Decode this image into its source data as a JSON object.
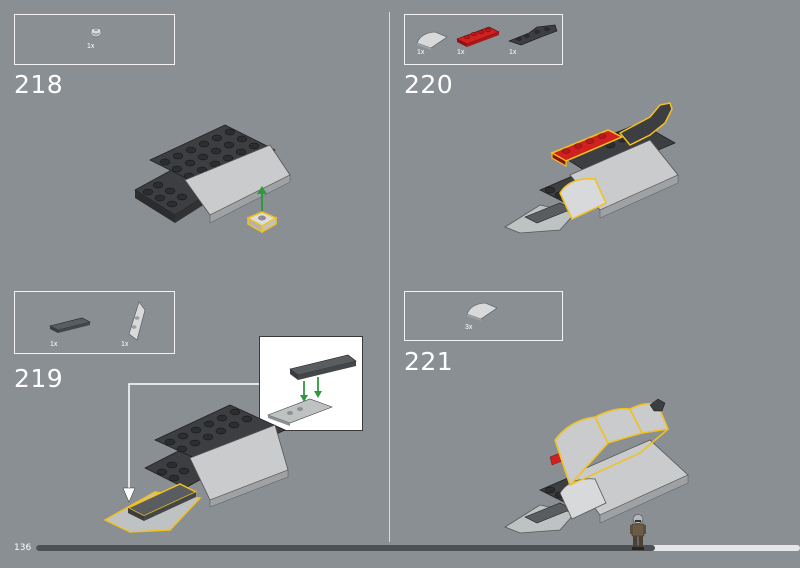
{
  "page": {
    "number": "136",
    "progress_fraction": 0.81
  },
  "steps": [
    {
      "number": "218",
      "parts": [
        {
          "qty": "1x",
          "part": "round-plate-1x1-light-gray"
        }
      ]
    },
    {
      "number": "219",
      "parts": [
        {
          "qty": "1x",
          "part": "tile-1x4-dark-gray"
        },
        {
          "qty": "1x",
          "part": "wedge-plate-light-gray"
        }
      ]
    },
    {
      "number": "220",
      "parts": [
        {
          "qty": "1x",
          "part": "curved-slope-light-gray"
        },
        {
          "qty": "1x",
          "part": "plate-1x4-red"
        },
        {
          "qty": "1x",
          "part": "wing-plate-dark-gray"
        }
      ]
    },
    {
      "number": "221",
      "parts": [
        {
          "qty": "3x",
          "part": "curved-slope-light-gray"
        }
      ]
    }
  ],
  "colors": {
    "background": "#8a8f93",
    "highlight": "#f2c11e",
    "arrow": "#2e9a3e",
    "red": "#d0201f",
    "dark_gray": "#3c3e41",
    "light_gray": "#c9cbcc"
  }
}
